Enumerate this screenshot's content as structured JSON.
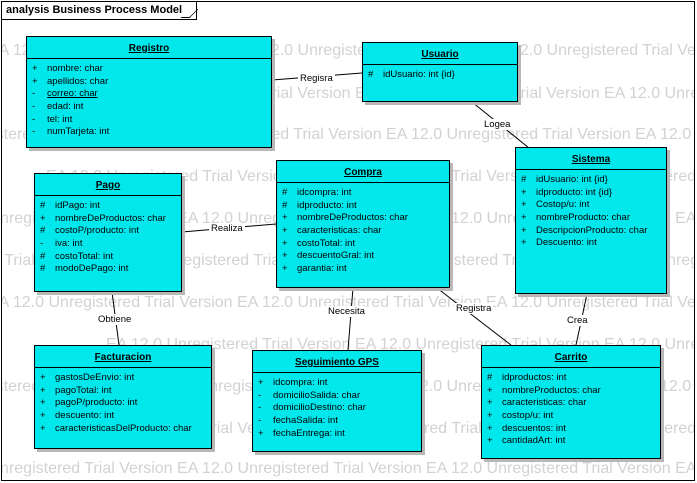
{
  "diagram_title": "analysis Business Process Model",
  "watermark": "EA 12.0 Unregistered Trial Version",
  "classes": {
    "registro": {
      "name": "Registro",
      "attributes": [
        {
          "vis": "+",
          "text": "nombre: char"
        },
        {
          "vis": "+",
          "text": "apellidos: char"
        },
        {
          "vis": "-",
          "text": "correo: char",
          "underline": true
        },
        {
          "vis": "-",
          "text": "edad: int"
        },
        {
          "vis": "-",
          "text": "tel: int"
        },
        {
          "vis": "-",
          "text": "numTarjeta: int"
        }
      ]
    },
    "usuario": {
      "name": "Usuario",
      "attributes": [
        {
          "vis": "#",
          "text": "idUsuario: int {id}"
        }
      ]
    },
    "pago": {
      "name": "Pago",
      "attributes": [
        {
          "vis": "#",
          "text": "idPago: int"
        },
        {
          "vis": "+",
          "text": "nombreDeProductos: char"
        },
        {
          "vis": "#",
          "text": "costoP/producto: int"
        },
        {
          "vis": "-",
          "text": "iva: int"
        },
        {
          "vis": "#",
          "text": "costoTotal: int"
        },
        {
          "vis": "#",
          "text": "modoDePago: int"
        }
      ]
    },
    "compra": {
      "name": "Compra",
      "attributes": [
        {
          "vis": "#",
          "text": "idcompra: int"
        },
        {
          "vis": "#",
          "text": "idproducto: int"
        },
        {
          "vis": "+",
          "text": "nombreDeProductos: char"
        },
        {
          "vis": "+",
          "text": "caracteristicas: char"
        },
        {
          "vis": "+",
          "text": "costoTotal: int"
        },
        {
          "vis": "+",
          "text": "descuentoGral: int"
        },
        {
          "vis": "+",
          "text": "garantia: int"
        }
      ]
    },
    "sistema": {
      "name": "Sistema",
      "attributes": [
        {
          "vis": "#",
          "text": "idUsuario: int {id}"
        },
        {
          "vis": "+",
          "text": "idproducto: int {id}"
        },
        {
          "vis": "+",
          "text": "Costop/u: int"
        },
        {
          "vis": "+",
          "text": "nombreProducto: char"
        },
        {
          "vis": "+",
          "text": "DescripcionProducto: char"
        },
        {
          "vis": "+",
          "text": "Descuento: int"
        }
      ]
    },
    "facturacion": {
      "name": "Facturacion",
      "attributes": [
        {
          "vis": "+",
          "text": "gastosDeEnvio: int"
        },
        {
          "vis": "+",
          "text": "pagoTotal: int"
        },
        {
          "vis": "+",
          "text": "pagoP/producto: int"
        },
        {
          "vis": "+",
          "text": "descuento: int"
        },
        {
          "vis": "+",
          "text": "caracteristicasDelProducto: char"
        }
      ]
    },
    "seguimiento": {
      "name": "Seguimiento GPS",
      "attributes": [
        {
          "vis": "+",
          "text": "idcompra: int"
        },
        {
          "vis": "-",
          "text": "domicilioSalida: char"
        },
        {
          "vis": "-",
          "text": "domicilioDestino: char"
        },
        {
          "vis": "-",
          "text": "fechaSalida: int"
        },
        {
          "vis": "+",
          "text": "fechaEntrega: int"
        }
      ]
    },
    "carrito": {
      "name": "Carrito",
      "attributes": [
        {
          "vis": "#",
          "text": "idproductos: int"
        },
        {
          "vis": "+",
          "text": "nombreProductos: char"
        },
        {
          "vis": "+",
          "text": "caracteristicas: char"
        },
        {
          "vis": "+",
          "text": "costop/u: int"
        },
        {
          "vis": "+",
          "text": "descuentos: int"
        },
        {
          "vis": "+",
          "text": "cantidadArt: int"
        }
      ]
    }
  },
  "associations": [
    {
      "id": "registro-usuario",
      "label": "Regisra"
    },
    {
      "id": "usuario-sistema",
      "label": "Logea"
    },
    {
      "id": "pago-compra",
      "label": "Realiza"
    },
    {
      "id": "pago-facturacion",
      "label": "Obtiene"
    },
    {
      "id": "compra-seguimiento",
      "label": "Necesita"
    },
    {
      "id": "compra-carrito",
      "label": "Registra"
    },
    {
      "id": "sistema-carrito",
      "label": "Crea"
    }
  ]
}
